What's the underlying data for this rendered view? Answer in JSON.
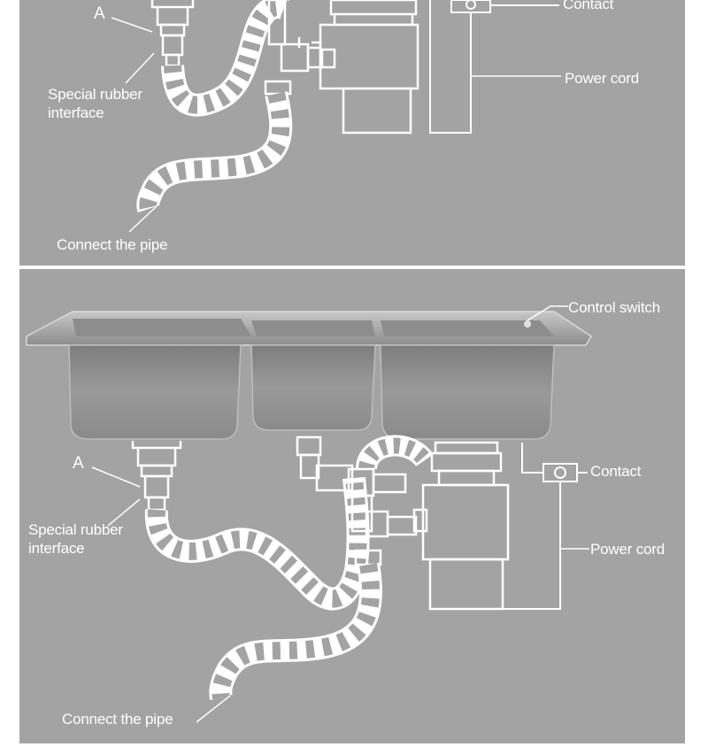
{
  "diagram": {
    "top_panel": {
      "label_a": "A",
      "special_rubber_interface": "Special rubber interface",
      "connect_pipe": "Connect the pipe",
      "contact": "Contact",
      "power_cord": "Power cord"
    },
    "bottom_panel": {
      "label_a": "A",
      "special_rubber_interface": "Special rubber interface",
      "connect_pipe": "Connect the pipe",
      "control_switch": "Control switch",
      "contact": "Contact",
      "power_cord": "Power cord"
    }
  },
  "colors": {
    "panel_bg": "#a3a3a3",
    "line": "#ffffff",
    "sink_steel": "#8f8f8f"
  }
}
